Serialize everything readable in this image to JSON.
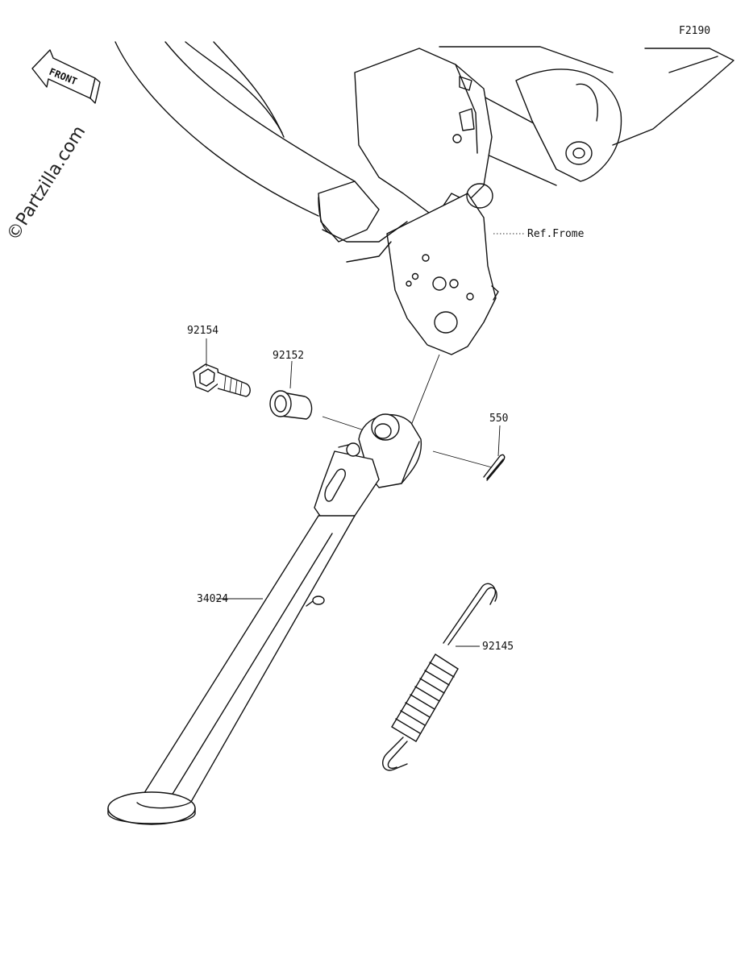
{
  "diagram": {
    "code": "F2190",
    "watermark": "©Partzilla.com",
    "direction_label": "FRONT",
    "reference_label": "Ref.Frome",
    "callouts": [
      {
        "part_number": "92154",
        "part": "bolt"
      },
      {
        "part_number": "92152",
        "part": "collar"
      },
      {
        "part_number": "550",
        "part": "cotter-pin"
      },
      {
        "part_number": "34024",
        "part": "side-stand"
      },
      {
        "part_number": "92145",
        "part": "spring"
      }
    ]
  },
  "colors": {
    "line": "#111111",
    "background": "#ffffff"
  }
}
